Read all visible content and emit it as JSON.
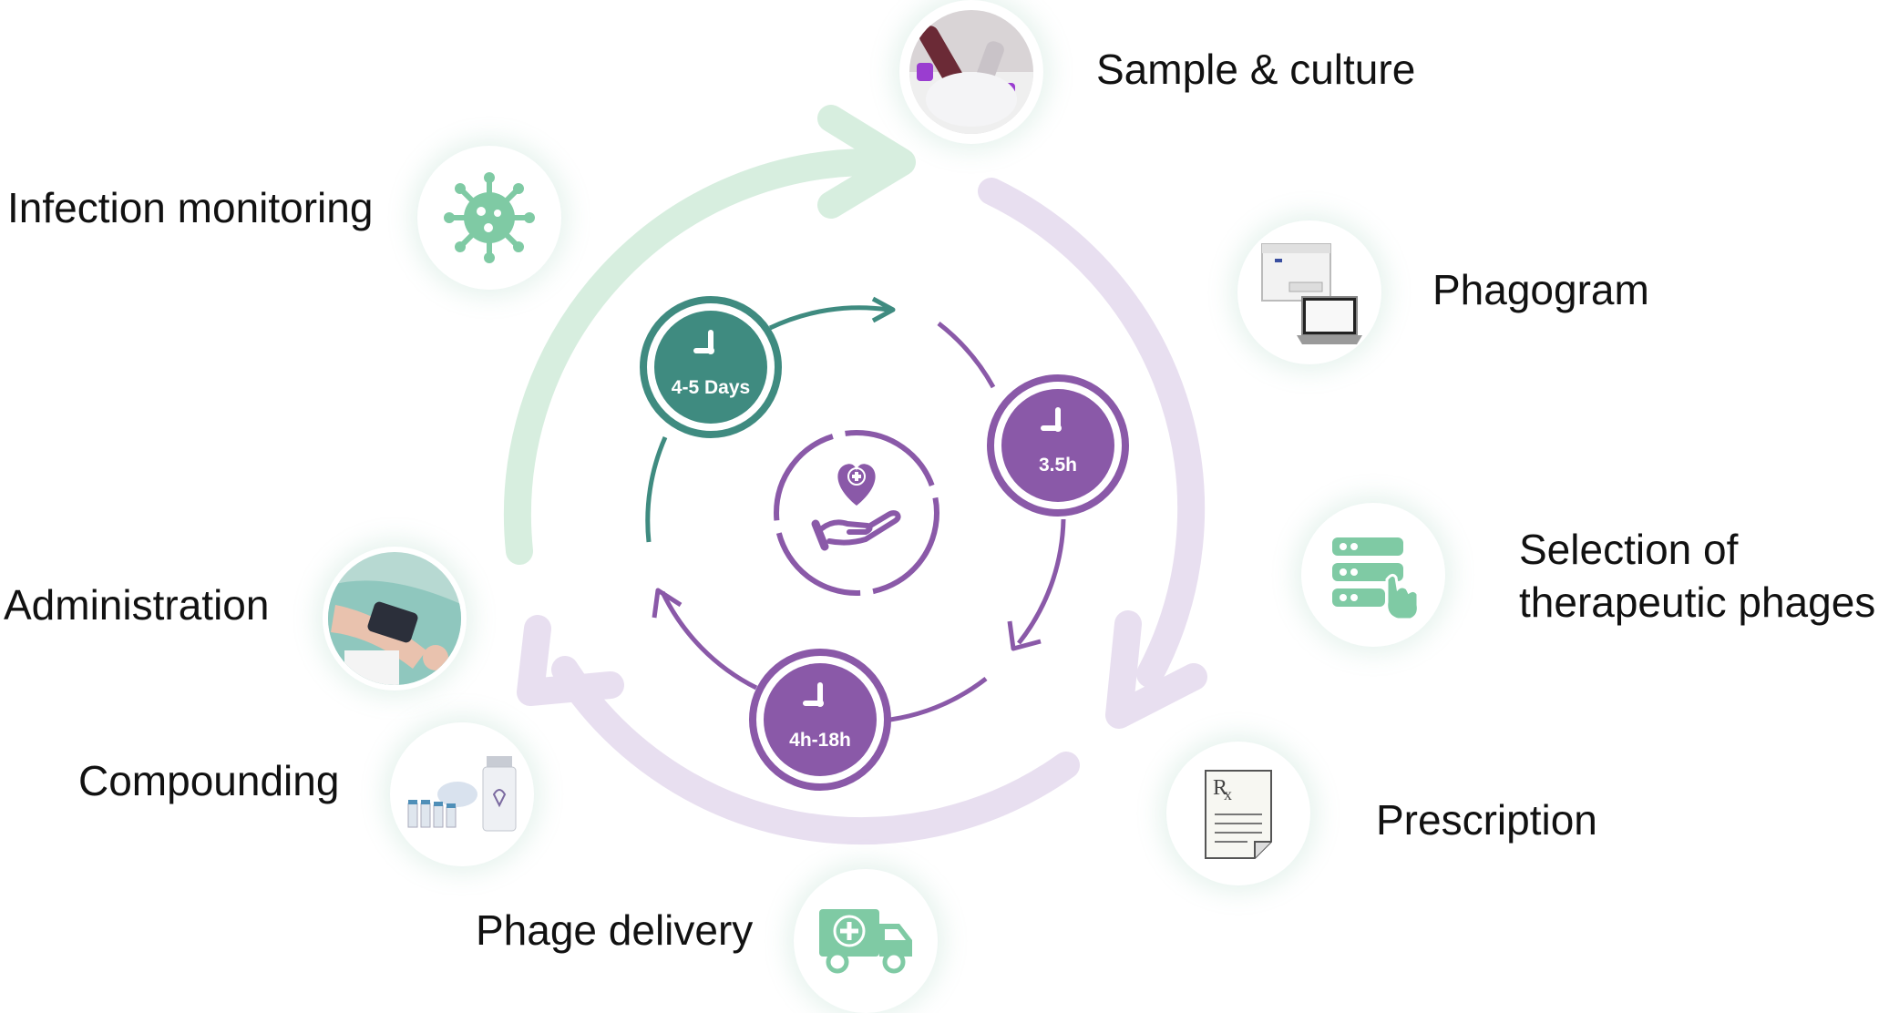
{
  "colors": {
    "green": "#7fcaa4",
    "green_light": "#d4ecdf",
    "teal": "#3f8b80",
    "purple": "#8a59a8",
    "purple_light": "#e4d8ec"
  },
  "steps": [
    {
      "label": "Sample & culture",
      "icon": "blood-sample-tube-icon"
    },
    {
      "label": "Phagogram",
      "icon": "lab-instrument-laptop-icon"
    },
    {
      "label": "Selection of",
      "label2": "therapeutic phages",
      "icon": "server-selection-hand-icon"
    },
    {
      "label": "Prescription",
      "icon": "prescription-rx-icon"
    },
    {
      "label": "Phage delivery",
      "icon": "ambulance-truck-icon"
    },
    {
      "label": "Compounding",
      "icon": "vials-icon"
    },
    {
      "label": "Administration",
      "icon": "patient-arm-iv-icon"
    },
    {
      "label": "Infection monitoring",
      "icon": "virus-icon"
    }
  ],
  "timers": [
    {
      "text": "4-5 Days",
      "icon": "clock-icon"
    },
    {
      "text": "3.5h",
      "icon": "clock-icon"
    },
    {
      "text": "4h-18h",
      "icon": "clock-icon"
    }
  ],
  "center": {
    "icon": "heart-hand-care-icon"
  }
}
